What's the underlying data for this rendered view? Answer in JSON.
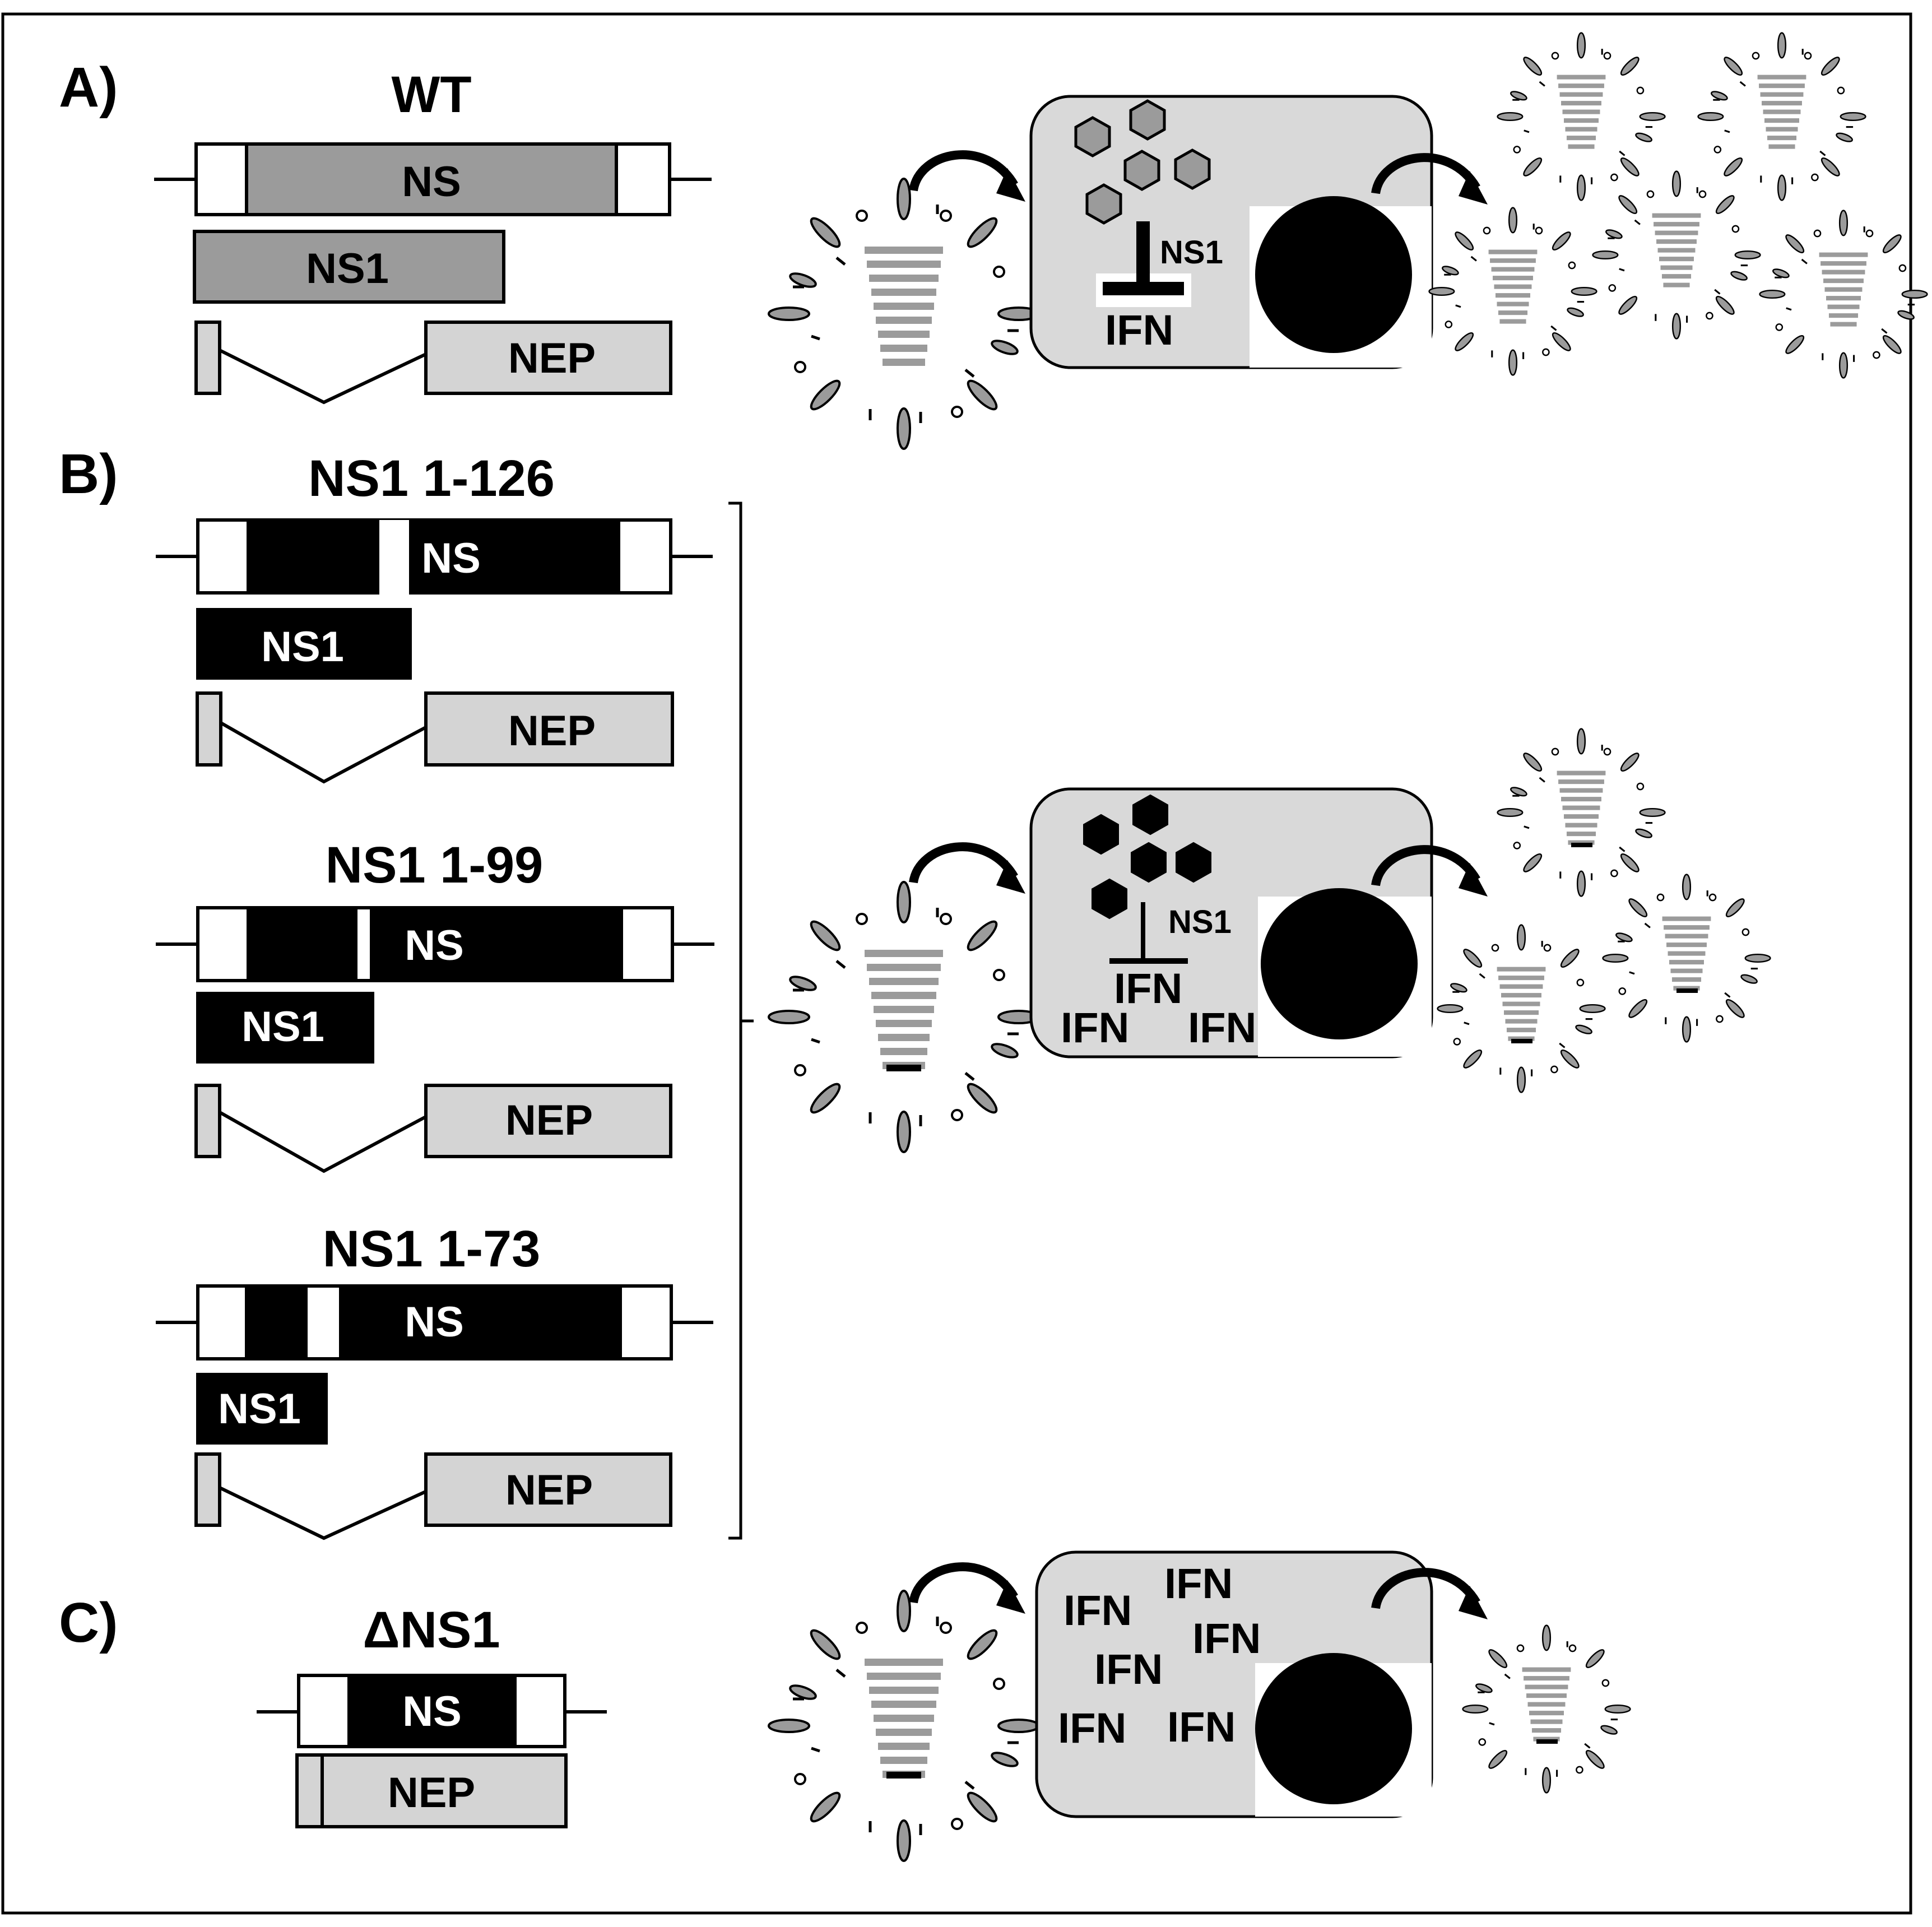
{
  "panels": {
    "a": {
      "letter": "A)",
      "title": "WT",
      "ns_label": "NS",
      "ns1_label": "NS1",
      "nep_label": "NEP",
      "cell_ns1": "NS1",
      "cell_ifn": "IFN"
    },
    "b": {
      "letter": "B)",
      "constructs": [
        {
          "title": "NS1 1-126",
          "ns_label": "NS",
          "ns1_label": "NS1",
          "nep_label": "NEP"
        },
        {
          "title": "NS1 1-99",
          "ns_label": "NS",
          "ns1_label": "NS1",
          "nep_label": "NEP"
        },
        {
          "title": "NS1 1-73",
          "ns_label": "NS",
          "ns1_label": "NS1",
          "nep_label": "NEP"
        }
      ],
      "cell_ns1": "NS1",
      "cell_ifn": [
        "IFN",
        "IFN",
        "IFN"
      ]
    },
    "c": {
      "letter": "C)",
      "title": "ΔNS1",
      "ns_label": "NS",
      "nep_label": "NEP",
      "cell_ifn": [
        "IFN",
        "IFN",
        "IFN",
        "IFN",
        "IFN",
        "IFN"
      ]
    }
  },
  "colors": {
    "wt_fill": "#9b9b9b",
    "mutant_fill": "#000000",
    "nep_fill": "#d4d4d4",
    "cell_fill": "#d9d9d9",
    "virion_stripe": "#9b9b9b"
  }
}
